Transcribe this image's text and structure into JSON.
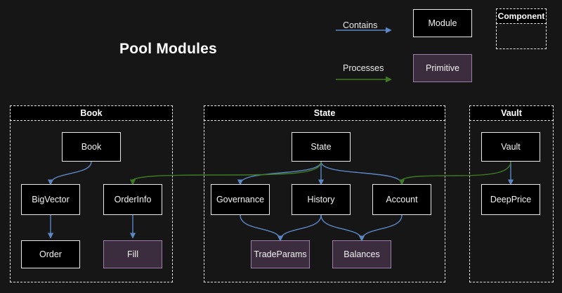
{
  "title": "Pool Modules",
  "background": "#161616",
  "colors": {
    "contains_edge": "#5b87c4",
    "processes_edge": "#3d7a22",
    "module_fill": "#000000",
    "module_border": "#e8e8e8",
    "primitive_fill": "#3b2c3e",
    "primitive_border": "#9b7fa8",
    "text": "#f2f2f2"
  },
  "legend": {
    "contains_label": "Contains",
    "processes_label": "Processes",
    "module_label": "Module",
    "primitive_label": "Primitive",
    "component_label": "Component"
  },
  "groups": [
    {
      "id": "book",
      "label": "Book"
    },
    {
      "id": "state",
      "label": "State"
    },
    {
      "id": "vault",
      "label": "Vault"
    }
  ],
  "nodes": [
    {
      "id": "book",
      "label": "Book",
      "kind": "module",
      "group": "book"
    },
    {
      "id": "bigvector",
      "label": "BigVector",
      "kind": "module",
      "group": "book"
    },
    {
      "id": "orderinfo",
      "label": "OrderInfo",
      "kind": "module",
      "group": "book"
    },
    {
      "id": "order",
      "label": "Order",
      "kind": "module",
      "group": "book"
    },
    {
      "id": "fill",
      "label": "Fill",
      "kind": "primitive",
      "group": "book"
    },
    {
      "id": "state",
      "label": "State",
      "kind": "module",
      "group": "state"
    },
    {
      "id": "governance",
      "label": "Governance",
      "kind": "module",
      "group": "state"
    },
    {
      "id": "history",
      "label": "History",
      "kind": "module",
      "group": "state"
    },
    {
      "id": "account",
      "label": "Account",
      "kind": "module",
      "group": "state"
    },
    {
      "id": "tradeparams",
      "label": "TradeParams",
      "kind": "primitive",
      "group": "state"
    },
    {
      "id": "balances",
      "label": "Balances",
      "kind": "primitive",
      "group": "state"
    },
    {
      "id": "vault",
      "label": "Vault",
      "kind": "module",
      "group": "vault"
    },
    {
      "id": "deepprice",
      "label": "DeepPrice",
      "kind": "module",
      "group": "vault"
    }
  ],
  "edges": [
    {
      "from": "book",
      "to": "bigvector",
      "type": "contains"
    },
    {
      "from": "bigvector",
      "to": "order",
      "type": "contains"
    },
    {
      "from": "orderinfo",
      "to": "fill",
      "type": "contains"
    },
    {
      "from": "state",
      "to": "governance",
      "type": "contains"
    },
    {
      "from": "state",
      "to": "history",
      "type": "contains"
    },
    {
      "from": "state",
      "to": "account",
      "type": "contains"
    },
    {
      "from": "governance",
      "to": "tradeparams",
      "type": "contains"
    },
    {
      "from": "history",
      "to": "tradeparams",
      "type": "contains"
    },
    {
      "from": "history",
      "to": "balances",
      "type": "contains"
    },
    {
      "from": "account",
      "to": "balances",
      "type": "contains"
    },
    {
      "from": "vault",
      "to": "deepprice",
      "type": "contains"
    },
    {
      "from": "state",
      "to": "orderinfo",
      "type": "processes"
    },
    {
      "from": "vault",
      "to": "account",
      "type": "processes"
    }
  ]
}
